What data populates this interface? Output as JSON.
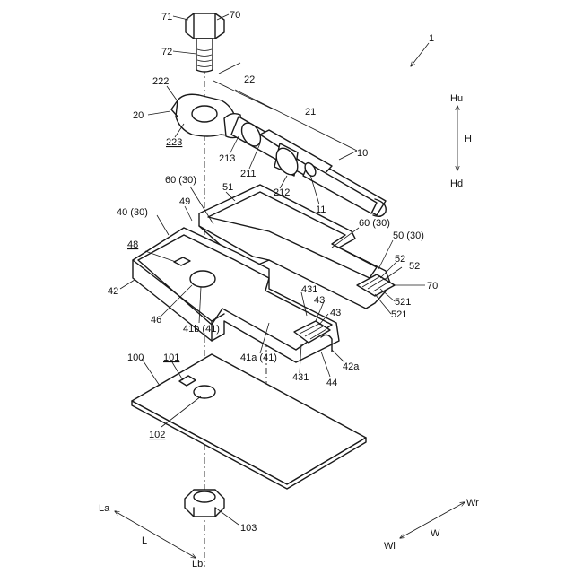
{
  "labels": {
    "l1": "1",
    "l71": "71",
    "l70a": "70",
    "l72": "72",
    "l222": "222",
    "l20": "20",
    "l223": "223",
    "l22": "22",
    "l21": "21",
    "l213": "213",
    "l211": "211",
    "l212": "212",
    "l10": "10",
    "l11": "11",
    "l60a": "60 (30)",
    "l49": "49",
    "l51": "51",
    "l40": "40 (30)",
    "l48": "48",
    "l60b": "60 (30)",
    "l50": "50 (30)",
    "l52a": "52",
    "l52b": "52",
    "l70b": "70",
    "l521a": "521",
    "l521b": "521",
    "l42": "42",
    "l431a": "431",
    "l43a": "43",
    "l43b": "43",
    "l46": "46",
    "l41b": "41b (41)",
    "l41a": "41a (41)",
    "l431b": "431",
    "l42a": "42a",
    "l44": "44",
    "l100": "100",
    "l101": "101",
    "l102": "102",
    "l103": "103"
  },
  "axes": {
    "Hu": "Hu",
    "H": "H",
    "Hd": "Hd",
    "La": "La",
    "L": "L",
    "Lb": "Lb",
    "Wr": "Wr",
    "W": "W",
    "Wl": "Wl"
  }
}
